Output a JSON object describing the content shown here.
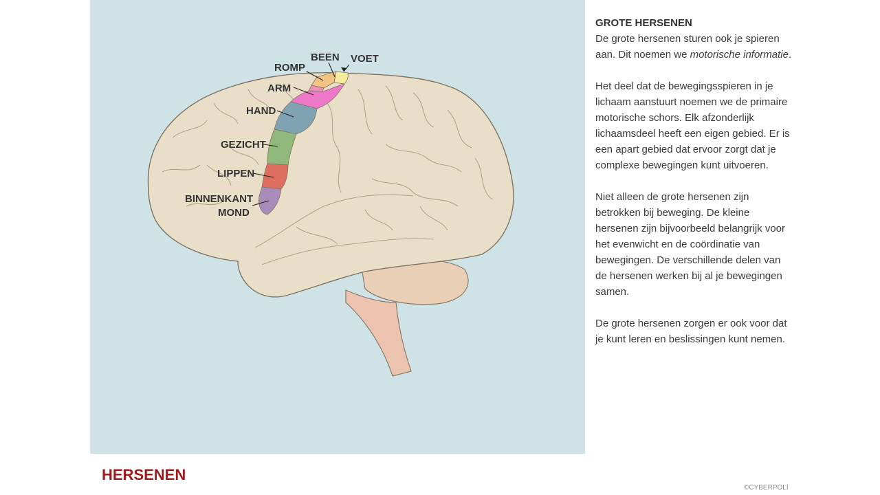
{
  "title": "HERSENEN",
  "copyright": "©CYBERPOLI",
  "text": {
    "heading": "GROTE HERSENEN",
    "p1_start": "De grote hersenen sturen ook je spieren aan. Dit noemen we ",
    "p1_em": "motorische informatie",
    "p1_end": ".",
    "p2": "Het deel dat de bewegingsspieren in je lichaam aanstuurt noemen we de primaire motorische schors. Elk afzonderlijk lichaamsdeel heeft een eigen gebied. Er is een apart gebied dat ervoor zorgt dat je complexe bewegingen kunt uitvoeren.",
    "p3": "Niet alleen de grote hersenen zijn betrokken bij beweging. De kleine hersenen zijn bijvoorbeeld belangrijk voor het evenwicht en de coördinatie van bewegingen. De verschillende delen van de hersenen werken bij al je bewegingen samen.",
    "p4": "De grote hersenen zorgen er ook voor dat je kunt leren en beslissingen kunt nemen."
  },
  "diagram": {
    "labels": {
      "been": "BEEN",
      "voet": "VOET",
      "romp": "ROMP",
      "arm": "ARM",
      "hand": "HAND",
      "gezicht": "GEZICHT",
      "lippen": "LIPPEN",
      "binnenkant": "BINNENKANT",
      "mond": "MOND"
    },
    "colors": {
      "background": "#cfe3e7",
      "brain": "#e9dfc9",
      "voet": "#f4ec9c",
      "been": "#f3c384",
      "romp": "#f08fb5",
      "arm": "#ee78c8",
      "hand": "#7fa3b3",
      "gezicht": "#8fb87a",
      "lippen": "#de6f60",
      "mond": "#a98cba"
    }
  }
}
